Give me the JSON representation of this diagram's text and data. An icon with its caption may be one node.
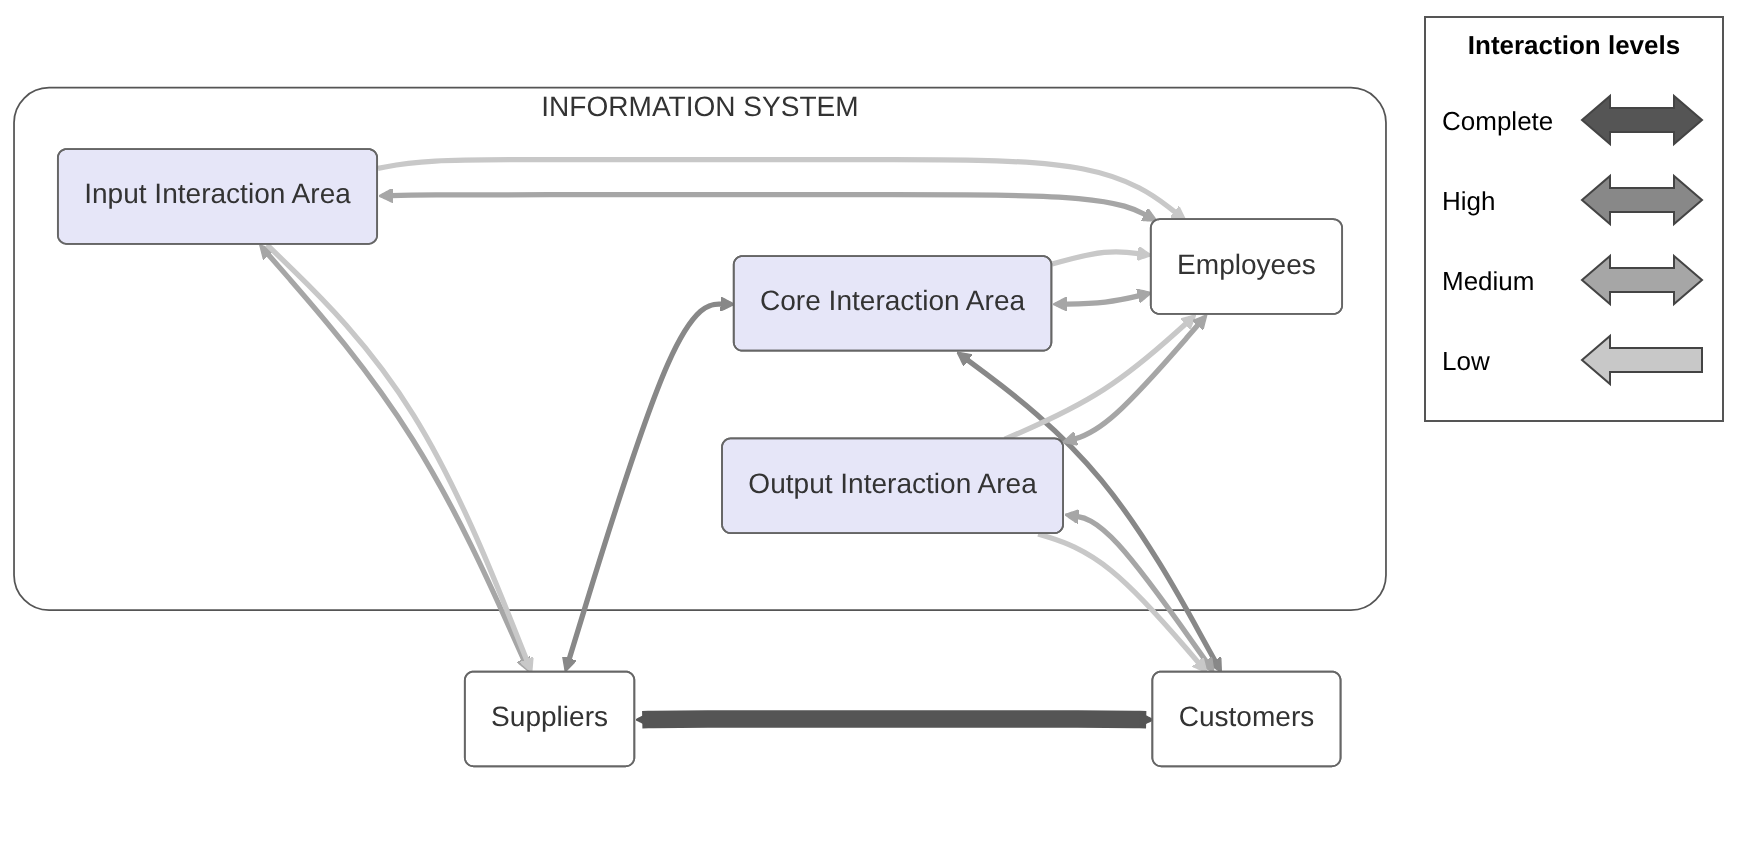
{
  "diagram": {
    "nodes": [
      {
        "text": [
          "INFORMATION SYSTEM"
        ]
      },
      {
        "text": [
          "Input Interaction Area"
        ],
        "in": 0
      },
      {
        "text": [
          "Core Interaction Area"
        ],
        "in": 0
      },
      {
        "text": [
          "Output Interaction Area"
        ],
        "in": 0
      },
      {
        "text": [
          "Suppliers"
        ]
      },
      {
        "text": [
          "Customers"
        ]
      },
      {
        "text": [
          "Employees"
        ],
        "in": 0
      }
    ],
    "edges": [
      {
        "from": 4,
        "to": 5,
        "arrow": "both",
        "style": "thick",
        "color": "#555555"
      },
      {
        "from": 4,
        "to": 2,
        "arrow": "both",
        "color": "#888888"
      },
      {
        "from": 2,
        "to": 5,
        "arrow": "both",
        "color": "#888888"
      },
      {
        "from": 4,
        "to": 1,
        "arrow": "both",
        "color": "#a6a6a6"
      },
      {
        "from": 3,
        "to": 5,
        "arrow": "both",
        "color": "#a6a6a6"
      },
      {
        "from": 1,
        "to": 4,
        "arrow": "to",
        "color": "#c8c8c8"
      },
      {
        "from": 3,
        "to": 5,
        "arrow": "to",
        "color": "#c8c8c8"
      },
      {
        "from": 1,
        "to": 6,
        "arrow": "to",
        "color": "#c8c8c8"
      },
      {
        "from": 1,
        "to": 6,
        "arrow": "both",
        "color": "#a6a6a6"
      },
      {
        "from": 2,
        "to": 6,
        "arrow": "to",
        "color": "#c8c8c8"
      },
      {
        "from": 2,
        "to": 6,
        "arrow": "both",
        "color": "#a6a6a6"
      },
      {
        "from": 3,
        "to": 6,
        "arrow": "to",
        "color": "#c8c8c8"
      },
      {
        "from": 3,
        "to": 6,
        "arrow": "both",
        "color": "#a6a6a6"
      }
    ],
    "labels": [
      "Interaction levels"
    ],
    "legend": [
      {
        "text": "Complete"
      },
      {
        "text": "High"
      },
      {
        "text": "Medium"
      },
      {
        "text": "Low"
      }
    ]
  }
}
